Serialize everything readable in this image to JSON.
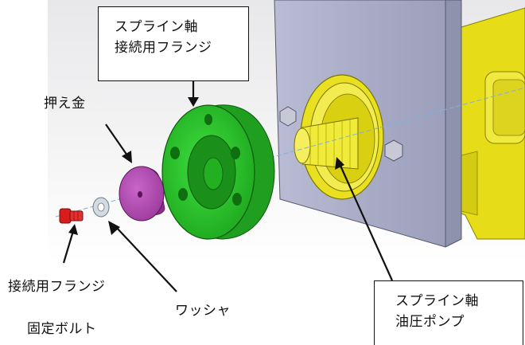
{
  "labels": {
    "flange_title_line1": "スプライン軸",
    "flange_title_line2": "接続用フランジ",
    "retainer": "押え金",
    "bolt_line1": "接続用フランジ",
    "bolt_line2": "固定ボルト",
    "washer": "ワッシャ",
    "pump_line1": "スプライン軸",
    "pump_line2": "油圧ポンプ"
  },
  "colors": {
    "bolt": "#d81b1b",
    "washer": "#cfd6dd",
    "retainer": "#b84fb8",
    "flange": "#2ecc2e",
    "plate": "#a9adc7",
    "pump": "#e8e020"
  }
}
